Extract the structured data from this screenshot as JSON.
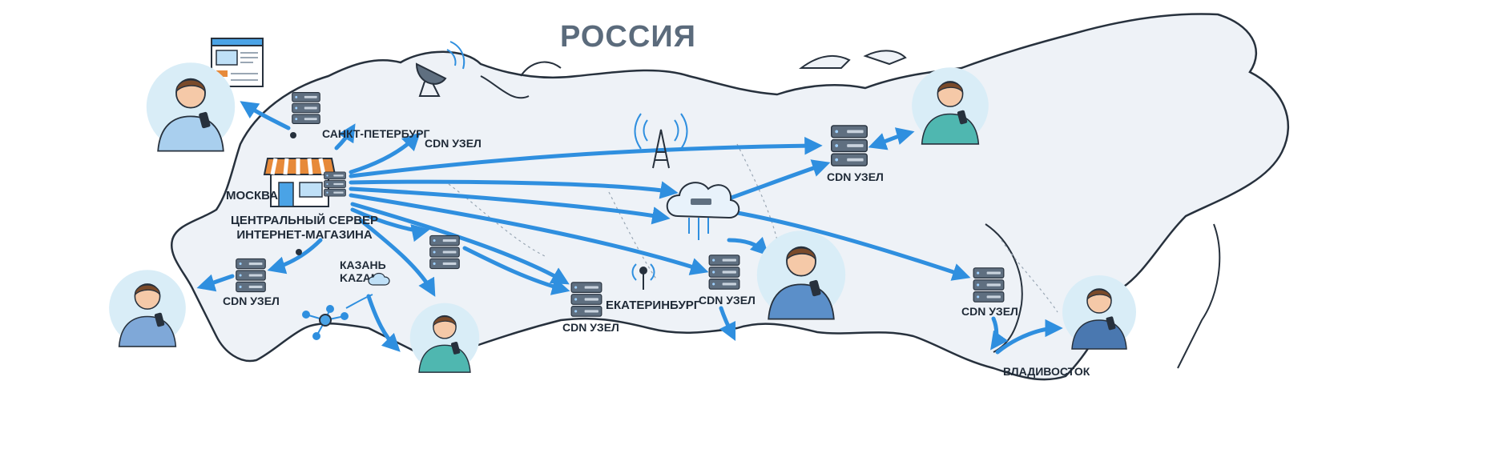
{
  "title": "РОССИЯ",
  "labels": {
    "spb": "САНКТ-ПЕТЕРБУРГ",
    "moscow": "МОСКВА",
    "central_line1": "ЦЕНТРАЛЬНЫЙ СЕРВЕР",
    "central_line2": "ИНТЕРНЕТ-МАГАЗИНА",
    "kazan_ru": "КАЗАНЬ",
    "kazan_en": "KAZAN",
    "ekb": "ЕКАТЕРИНБУРГ",
    "vladivostok": "ВЛАДИВОСТОК",
    "cdn": "CDN УЗЕЛ"
  },
  "colors": {
    "arrow": "#2f8fdf",
    "map": "#eef2f7",
    "outline": "#27313d",
    "server": "#5f6f80",
    "accent": "#e78a3a"
  },
  "icons": [
    "storefront-icon",
    "server-rack-icon",
    "cloud-icon",
    "cell-tower-icon",
    "satellite-dish-icon",
    "wifi-signal-icon",
    "network-node-icon",
    "user-with-phone-icon",
    "browser-window-icon"
  ]
}
